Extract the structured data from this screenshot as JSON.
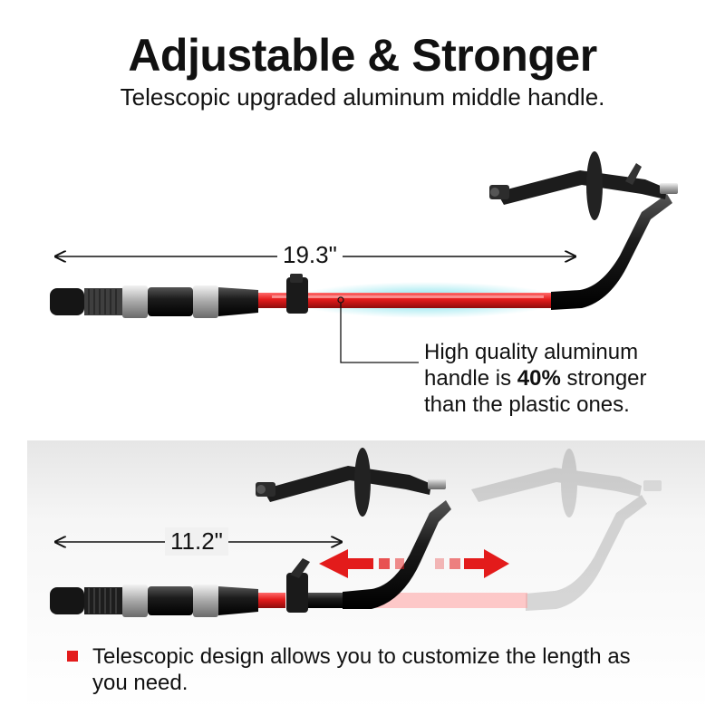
{
  "header": {
    "title": "Adjustable & Stronger",
    "subtitle": "Telescopic upgraded aluminum middle handle."
  },
  "extended": {
    "length_label": "19.3\"",
    "callout": {
      "line1": "High quality aluminum",
      "line2_prefix": "handle is ",
      "line2_bold": "40%",
      "line2_suffix": " stronger",
      "line3": "than the plastic ones."
    }
  },
  "retracted": {
    "length_label": "11.2\"",
    "note": "Telescopic design allows you to customize the length as you need."
  },
  "colors": {
    "accent_red": "#e31b1b",
    "handle_black": "#1c1c1c",
    "glow_cyan": "#35d0e0",
    "panel_gray": "#e6e6e6"
  }
}
